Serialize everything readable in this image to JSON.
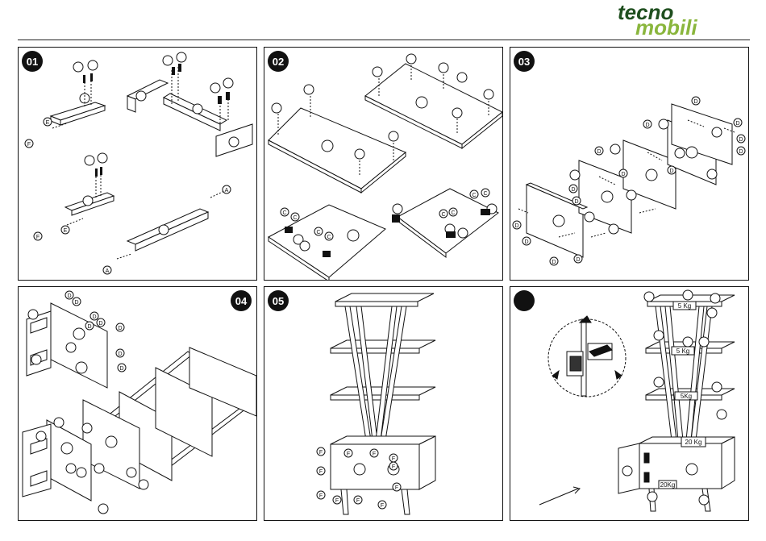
{
  "brand": {
    "line1": "tecno",
    "line2": "mobili",
    "color_dark": "#1f4f1f",
    "color_light": "#8ab63d"
  },
  "steps": [
    {
      "number": "01",
      "parts": [
        "E",
        "F",
        "F",
        "E",
        "A",
        "A"
      ]
    },
    {
      "number": "02",
      "parts": [
        "C",
        "C",
        "C",
        "C",
        "C",
        "C",
        "C",
        "C"
      ]
    },
    {
      "number": "03",
      "parts": [
        "D",
        "D",
        "D",
        "D",
        "D",
        "D",
        "D",
        "D",
        "D",
        "D",
        "D",
        "D",
        "D",
        "D"
      ]
    },
    {
      "number": "04",
      "parts": [
        "D",
        "D",
        "D",
        "D",
        "D",
        "D",
        "D",
        "D"
      ]
    },
    {
      "number": "05",
      "parts": [
        "F",
        "F",
        "F",
        "F",
        "F",
        "F",
        "F",
        "F",
        "F",
        "F",
        "F"
      ]
    },
    {
      "number": "",
      "weights": [
        "5 Kg",
        "5 Kg",
        "5Kg",
        "20 Kg",
        "20Kg"
      ]
    }
  ]
}
